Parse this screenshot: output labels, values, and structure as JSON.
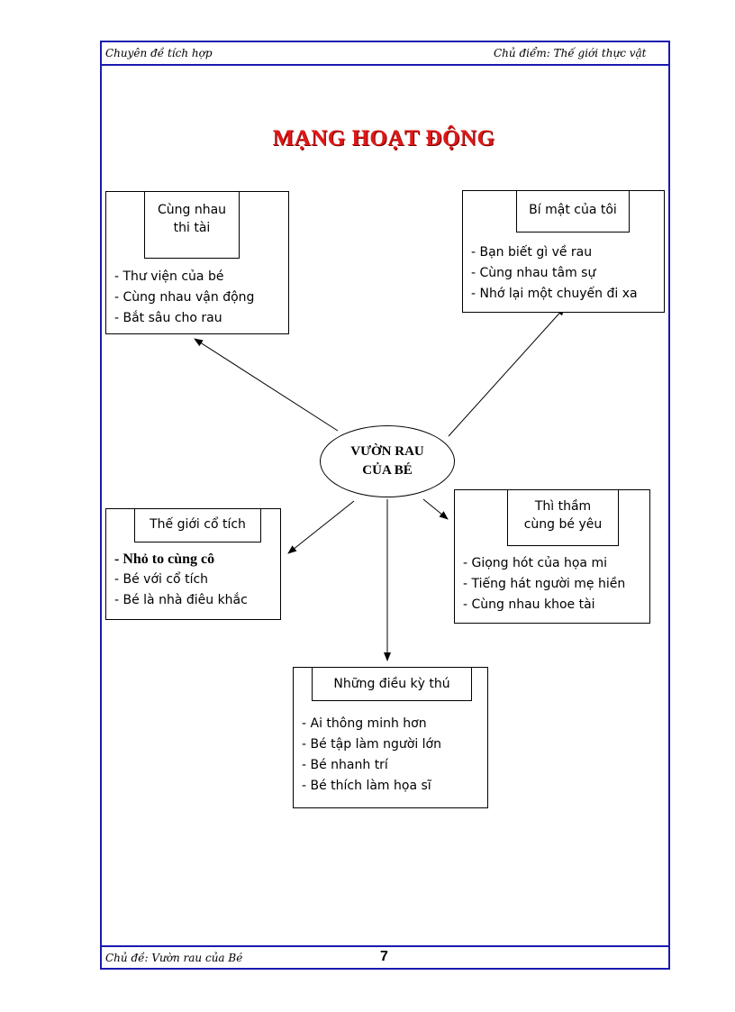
{
  "header": {
    "left": "Chuyên đề tích hợp",
    "right": "Chủ điểm: Thế giới thực vật"
  },
  "footer": {
    "left": "Chủ đề: Vườn rau của Bé",
    "page_number": "7"
  },
  "title": "MẠNG HOẠT ĐỘNG",
  "center": {
    "line1": "VƯỜN RAU",
    "line2": "CỦA BÉ"
  },
  "boxes": {
    "top_left": {
      "title": [
        "Cùng nhau",
        "thi tài"
      ],
      "items": [
        "- Thư viện của bé",
        "- Cùng nhau vận động",
        "- Bắt sâu cho rau"
      ]
    },
    "top_right": {
      "title": [
        "Bí mật của tôi"
      ],
      "items": [
        "- Bạn biết gì về rau",
        "- Cùng nhau tâm sự",
        "- Nhớ lại một chuyến đi xa"
      ]
    },
    "middle_left": {
      "title": [
        "Thế giới cổ tích"
      ],
      "items": [
        "- Nhỏ to cùng cô",
        "- Bé với cổ tích",
        "- Bé là nhà điêu khắc"
      ]
    },
    "middle_right": {
      "title": [
        "Thì thầm",
        "cùng bé yêu"
      ],
      "items": [
        "- Giọng hót của họa mi",
        "- Tiếng hát người mẹ hiền",
        "- Cùng nhau khoe tài"
      ]
    },
    "bottom": {
      "title": [
        "Những điều kỳ thú"
      ],
      "items": [
        "- Ai thông minh hơn",
        "- Bé tập làm người lớn",
        "- Bé nhanh trí",
        "- Bé thích làm họa sĩ"
      ]
    }
  },
  "colors": {
    "frame": "#1a1ab0",
    "title": "#e01818"
  }
}
